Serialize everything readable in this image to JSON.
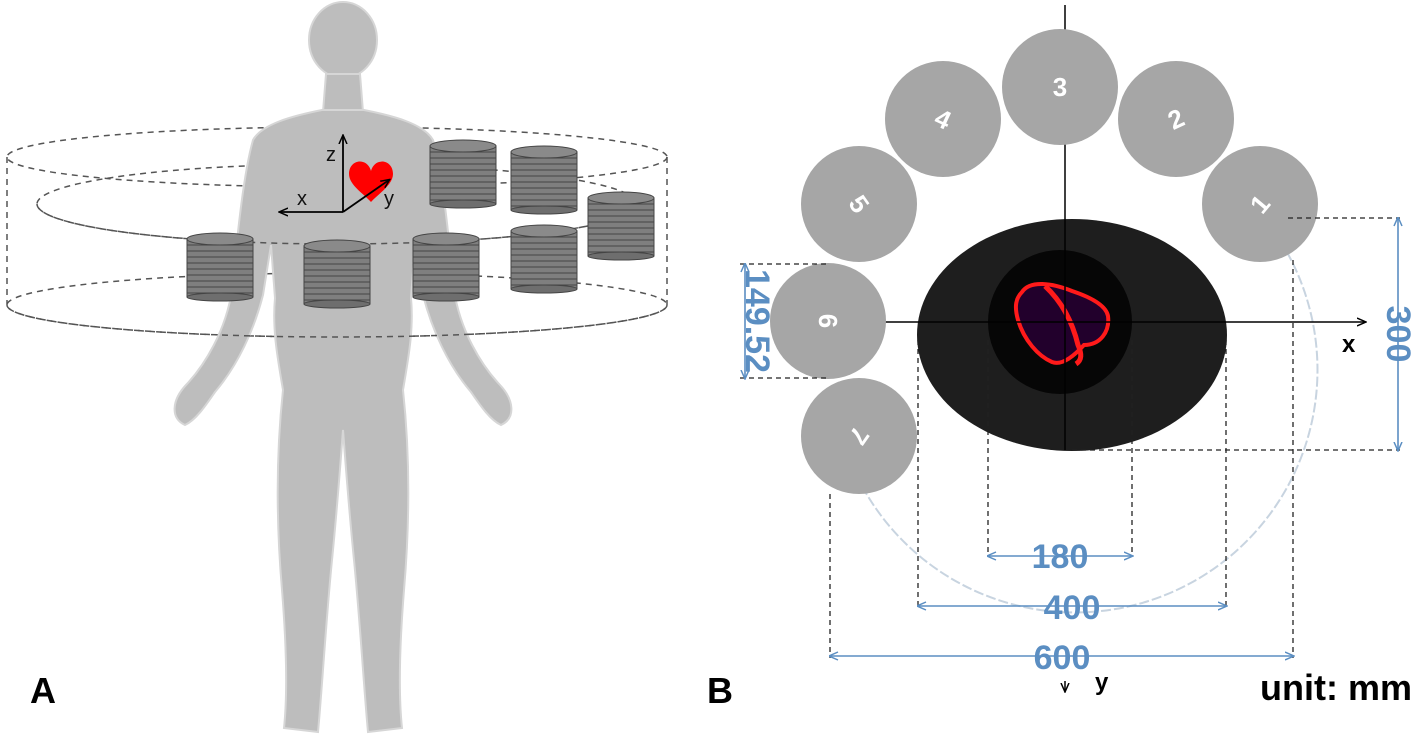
{
  "panels": {
    "a": {
      "label": "A",
      "axes": {
        "x": "x",
        "y": "y",
        "z": "z"
      }
    },
    "b": {
      "label": "B",
      "axes": {
        "x": "x",
        "y": "y"
      },
      "coil_numbers": [
        "1",
        "2",
        "3",
        "4",
        "5",
        "6",
        "7"
      ],
      "dimensions": {
        "inner_width": "180",
        "ellipse_width": "400",
        "outer_width": "600",
        "ellipse_height": "300",
        "coil_diameter": "149.52"
      },
      "unit": "unit: mm"
    }
  },
  "colors": {
    "silhouette": "#bdbdbd",
    "coil": "#a6a6a6",
    "cylinder": "#7f7f7f",
    "heart": "#ff0000",
    "dimension": "#5b8ec2",
    "body_section": "#1e1e1e"
  },
  "icons": {
    "heart": "heart-icon"
  }
}
